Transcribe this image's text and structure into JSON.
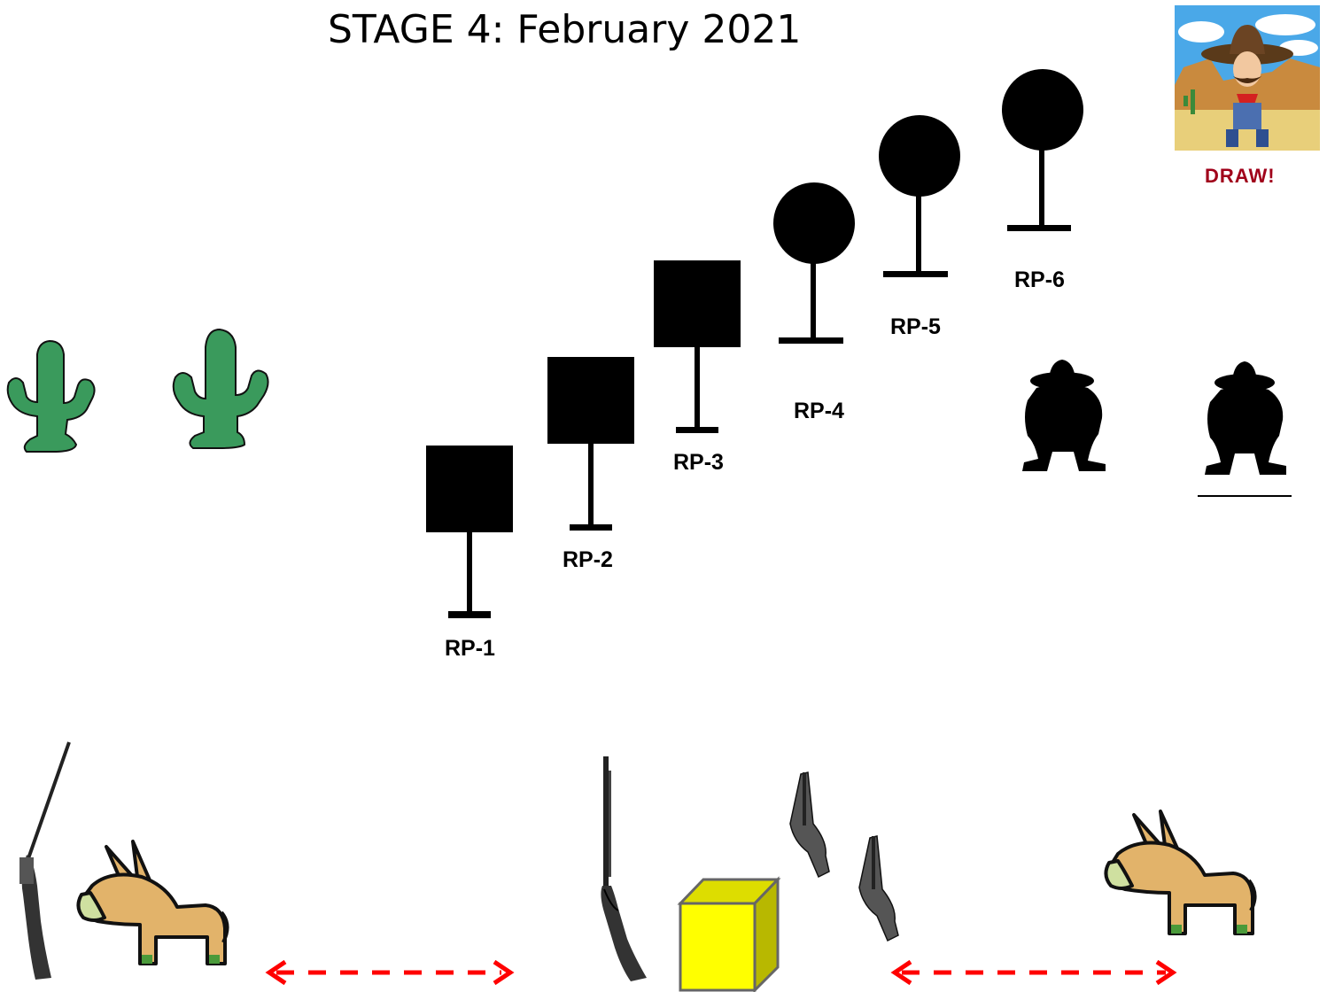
{
  "title": "STAGE 4: February 2021",
  "badge": {
    "caption": "DRAW!"
  },
  "targets": [
    {
      "label": "RP-1",
      "shape": "square"
    },
    {
      "label": "RP-2",
      "shape": "square"
    },
    {
      "label": "RP-3",
      "shape": "square"
    },
    {
      "label": "RP-4",
      "shape": "circle"
    },
    {
      "label": "RP-5",
      "shape": "circle"
    },
    {
      "label": "RP-6",
      "shape": "circle"
    }
  ],
  "colors": {
    "cactus": "#3a9a5c",
    "donkey": "#e2b36a",
    "donkey_nose": "#cfe0a0",
    "box": "#ffff00",
    "arrow": "#ff0000",
    "target": "#000000"
  },
  "icons": [
    "cactus-icon",
    "outlaw-silhouette-icon",
    "shotgun-icon",
    "rifle-icon",
    "revolver-icon",
    "donkey-icon",
    "ammo-box-icon",
    "double-arrow-icon",
    "cowboy-cartoon-icon"
  ]
}
